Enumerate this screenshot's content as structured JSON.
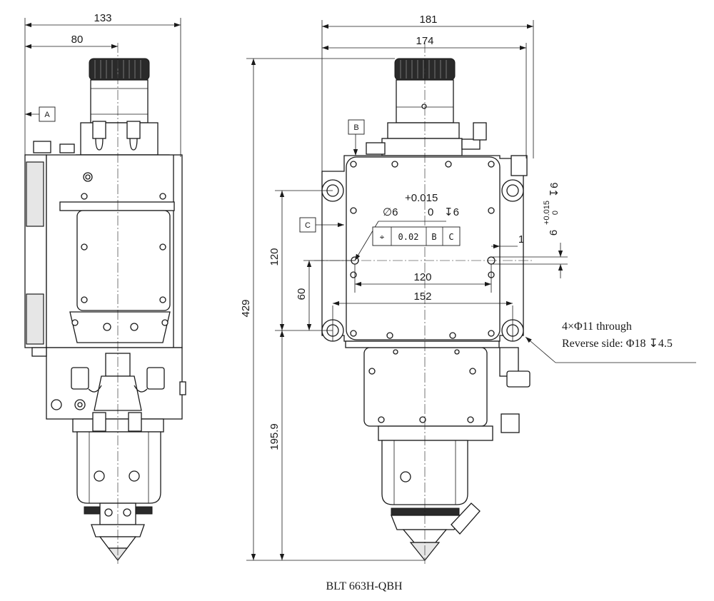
{
  "dimensions": {
    "side_total_width": "133",
    "side_axis_offset": "80",
    "front_total_width": "181",
    "front_inner_width": "174",
    "total_height": "429",
    "plate_hole_spacing_vertical": "120",
    "plate_hole_half_height": "60",
    "lower_height": "195.9",
    "plate_inner_spacing": "120",
    "plate_hole_spacing_horizontal": "152",
    "offset_small": "1"
  },
  "datums": {
    "a": "A",
    "b": "B",
    "c": "C"
  },
  "pin_hole": {
    "tolerance_upper": "+0.015",
    "tolerance_lower": "0",
    "diameter": "∅6",
    "depth": "↧6",
    "side_label_nominal": "6",
    "side_label_upper": "+0.015",
    "side_label_lower": "0",
    "side_label_depth": "↧6"
  },
  "position_tolerance": {
    "symbol": "⌖",
    "value": "0.02",
    "datum_1": "B",
    "datum_2": "C"
  },
  "hole_note": {
    "line_1": "4×Φ11 through",
    "line_2": "Reverse side: Φ18 ↧4.5"
  },
  "model_caption": "BLT 663H-QBH"
}
